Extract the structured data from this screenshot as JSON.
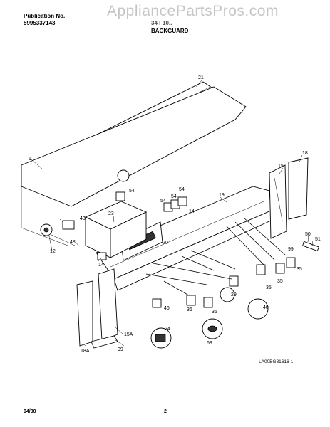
{
  "header": {
    "publication_label": "Publication No.",
    "publication_number": "5995337143",
    "model_code": "34 F10..",
    "section_title": "BACKGUARD"
  },
  "watermark": "AppliancePartsPros.com",
  "diagram": {
    "part_labels": {
      "p21": "21",
      "p1": "1",
      "p18": "18",
      "p15": "15",
      "p19": "19",
      "p54a": "54",
      "p54b": "54",
      "p54c": "54",
      "p14": "14",
      "p23": "23",
      "p43": "43",
      "p48": "48",
      "p12": "12",
      "p20": "20",
      "p50": "50",
      "p51": "51",
      "p99a": "99",
      "p35a": "35",
      "p35b": "35",
      "p35c": "35",
      "p35d": "35",
      "p36": "36",
      "p29": "29",
      "p40": "40",
      "p46": "46",
      "p24": "24",
      "p69": "69",
      "p15a": "15A",
      "p18a": "18A",
      "p99b": "99",
      "p14b": "14"
    },
    "figure_code": "LA00BG81616-1"
  },
  "footer": {
    "date": "04/00",
    "page": "2"
  }
}
